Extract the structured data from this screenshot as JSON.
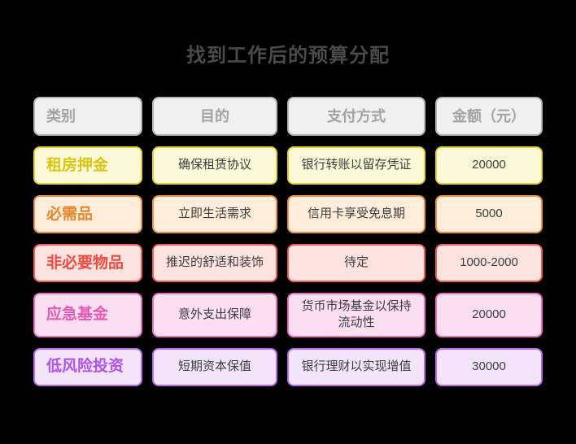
{
  "title": "找到工作后的预算分配",
  "palette": {
    "page_background": "#000000",
    "title_color": "#4a4a4a",
    "body_text": "#3d3d3d"
  },
  "table": {
    "headers": [
      "类别",
      "目的",
      "支付方式",
      "金额（元）"
    ],
    "rows": [
      {
        "category": "租房押金",
        "purpose": "确保租赁协议",
        "payment": "银行转账以留存凭证",
        "amount": "20000",
        "theme": "yellow"
      },
      {
        "category": "必需品",
        "purpose": "立即生活需求",
        "payment": "信用卡享受免息期",
        "amount": "5000",
        "theme": "orange"
      },
      {
        "category": "非必要物品",
        "purpose": "推迟的舒适和装饰",
        "payment": "待定",
        "amount": "1000-2000",
        "theme": "red"
      },
      {
        "category": "应急基金",
        "purpose": "意外支出保障",
        "payment": "货币市场基金以保持流动性",
        "amount": "20000",
        "theme": "magenta"
      },
      {
        "category": "低风险投资",
        "purpose": "短期资本保值",
        "payment": "银行理财以实现增值",
        "amount": "30000",
        "theme": "purple"
      }
    ],
    "themes": {
      "header": {
        "border": "#b5b5b5",
        "bg": "#f0f0f0",
        "text": "#a3a3a3"
      },
      "yellow": {
        "border": "#e5d32b",
        "bg": "#fcf9d8",
        "text": "#dcc414"
      },
      "orange": {
        "border": "#eb9143",
        "bg": "#fdedda",
        "text": "#e5882e"
      },
      "red": {
        "border": "#f15b51",
        "bg": "#fde3e0",
        "text": "#ee4b40"
      },
      "magenta": {
        "border": "#ee6cc0",
        "bg": "#fbdff1",
        "text": "#e657b2"
      },
      "purple": {
        "border": "#b96bef",
        "bg": "#f3e4fc",
        "text": "#ad53e9"
      }
    }
  }
}
